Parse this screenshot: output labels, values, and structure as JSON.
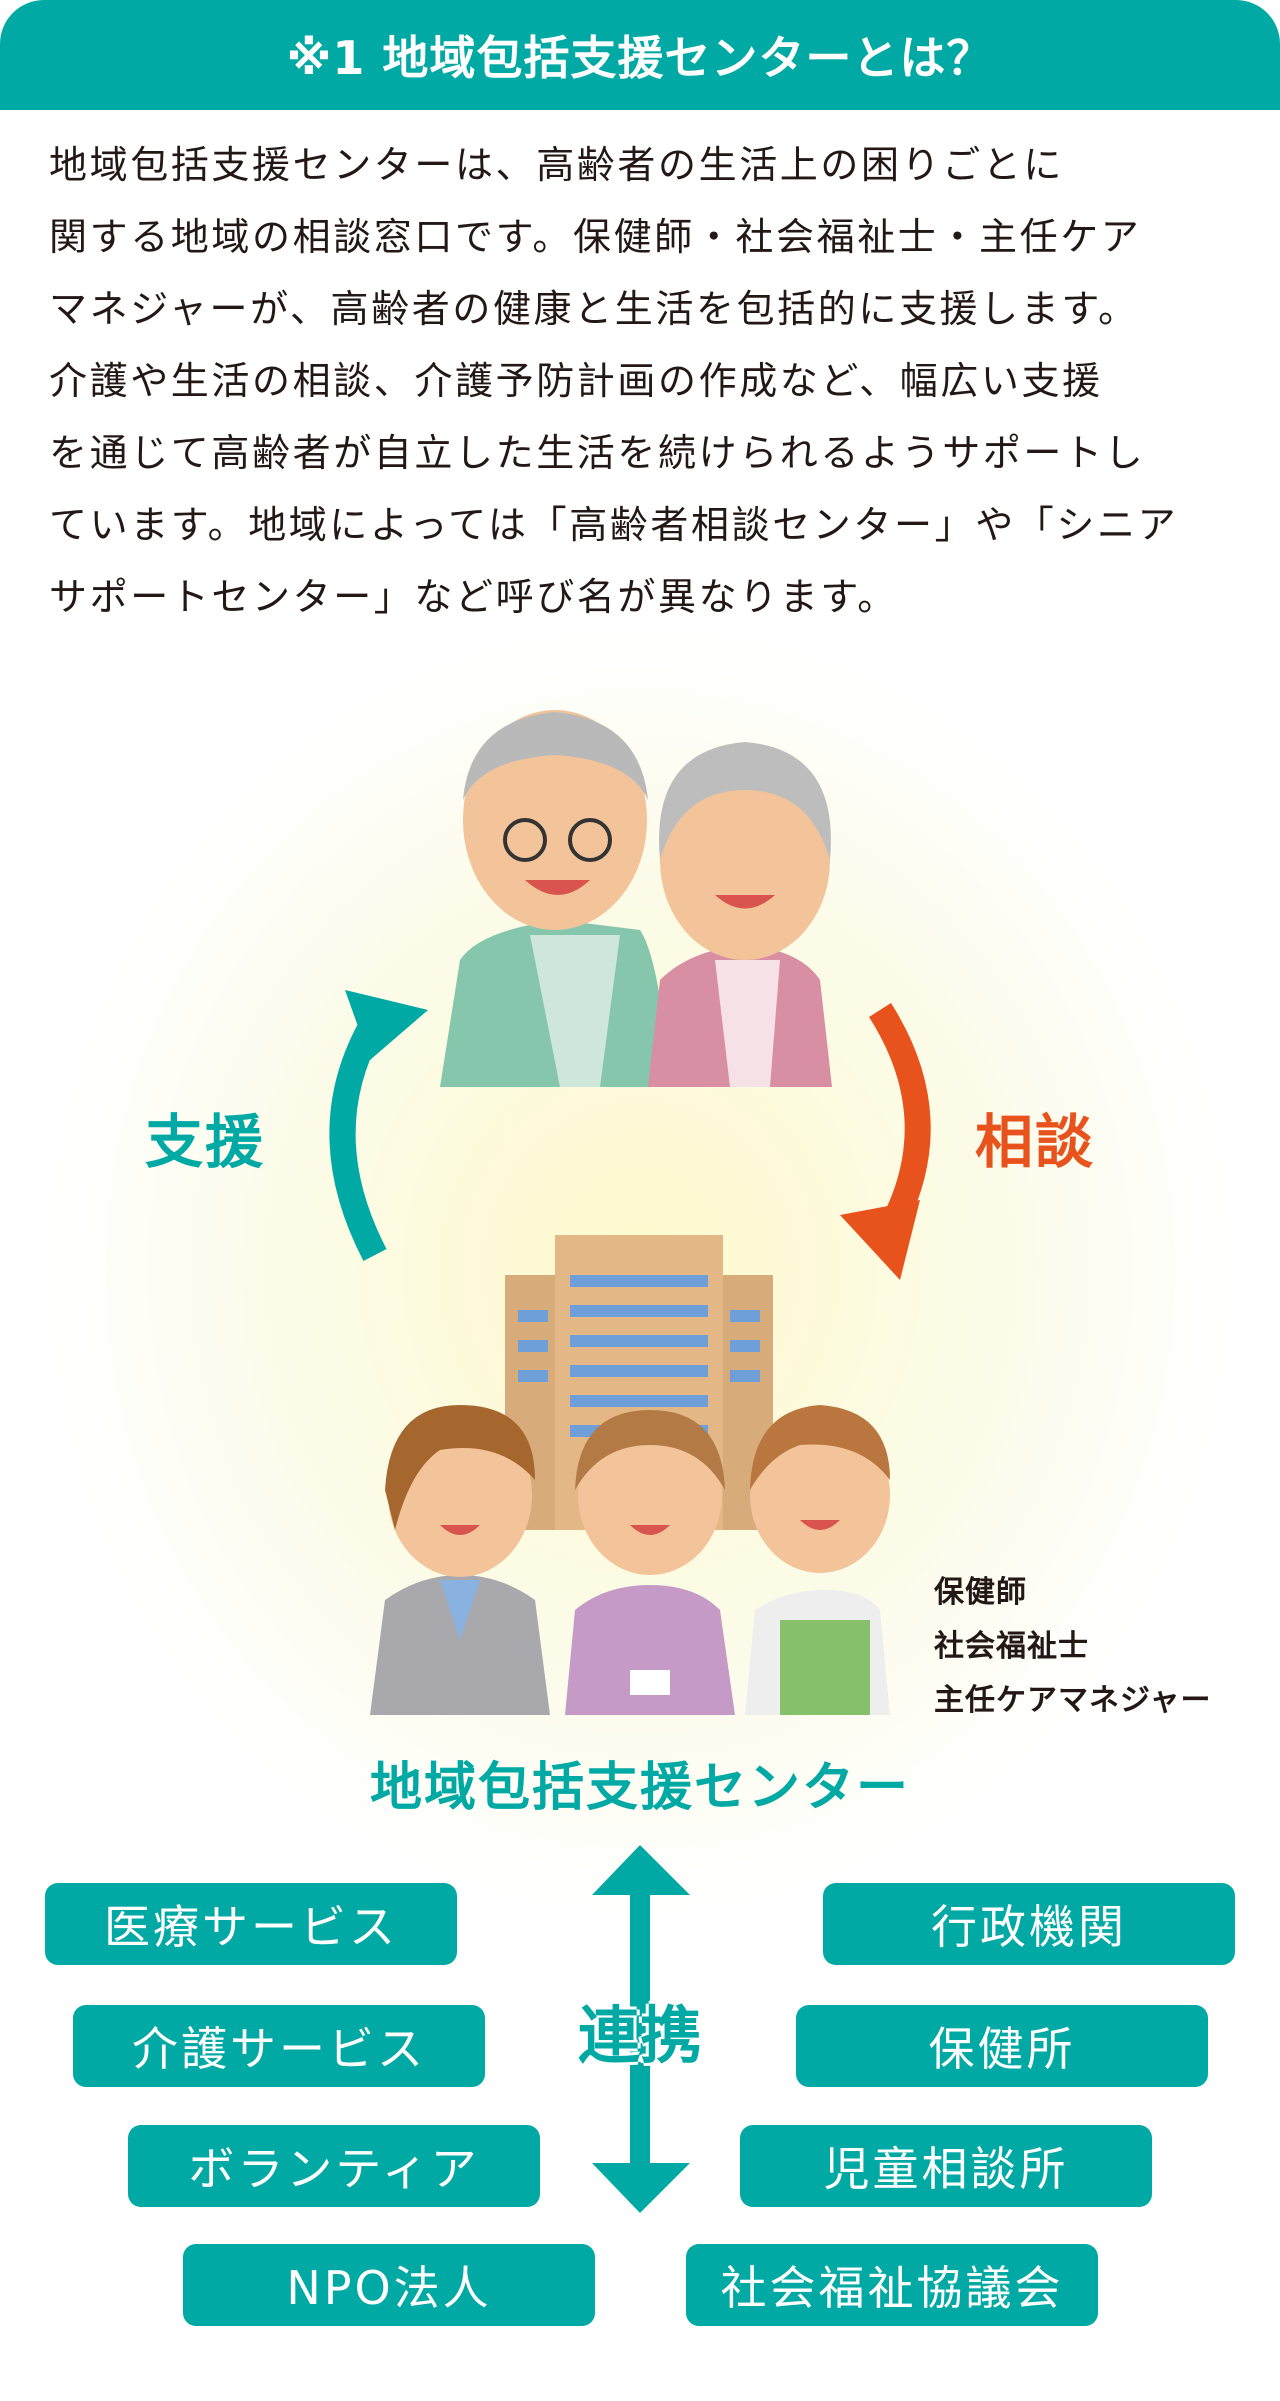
{
  "header": {
    "title": "※1 地域包括支援センターとは？"
  },
  "description": {
    "lines": [
      "地域包括支援センターは、高齢者の生活上の困りごとに",
      "関する地域の相談窓口です。保健師・社会福祉士・主任ケア",
      "マネジャーが、高齢者の健康と生活を包括的に支援します。",
      "介護や生活の相談、介護予防計画の作成など、幅広い支援",
      "を通じて高齢者が自立した生活を続けられるようサポートし",
      "ています。地域によっては「高齢者相談センター」や「シニア",
      "サポートセンター」など呼び名が異なります。"
    ]
  },
  "diagram": {
    "support_label": "支援",
    "consult_label": "相談",
    "roles": [
      "保健師",
      "社会福祉士",
      "主任ケアマネジャー"
    ],
    "center_label": "地域包括支援センター",
    "cooperation_label": "連携",
    "left_partners": [
      "医療サービス",
      "介護サービス",
      "ボランティア",
      "NPO法人"
    ],
    "right_partners": [
      "行政機関",
      "保健所",
      "児童相談所",
      "社会福祉協議会"
    ]
  },
  "colors": {
    "teal": "#00a9a4",
    "orange": "#e8521c",
    "text": "#231815"
  }
}
